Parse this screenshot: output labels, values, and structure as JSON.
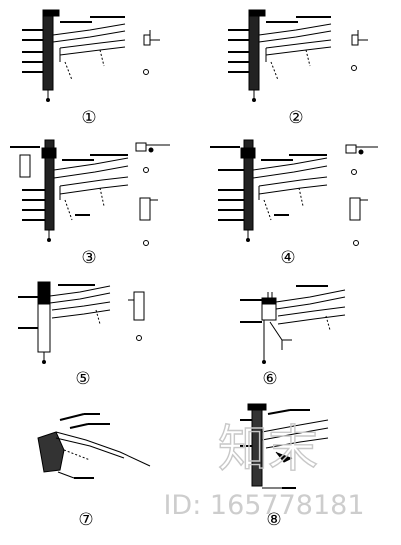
{
  "drawing": {
    "detail_markers": [
      "①",
      "②",
      "③",
      "④",
      "⑤",
      "⑥",
      "⑦",
      "⑧"
    ]
  },
  "watermark": {
    "logo": "知末",
    "id_text": "ID: 165778181"
  },
  "colors": {
    "ink": "#000000",
    "paper": "#ffffff",
    "watermark": "#c8c8c8"
  }
}
